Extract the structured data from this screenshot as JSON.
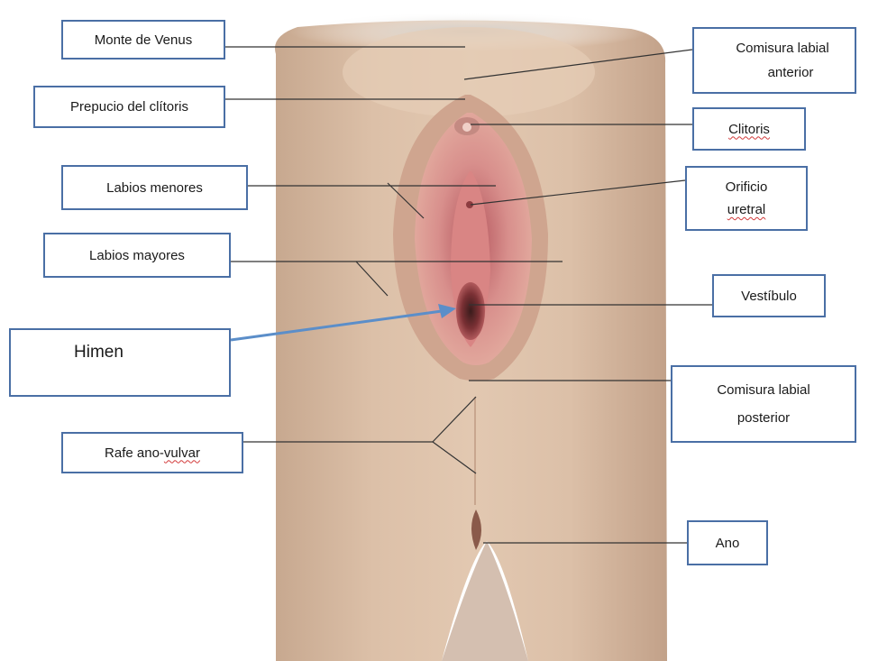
{
  "labels": {
    "monte_venus": "Monte de Venus",
    "prepucio": "Prepucio del clítoris",
    "labios_menores": "Labios menores",
    "labios_mayores": "Labios mayores",
    "himen": "Himen",
    "rafe_prefix": "Rafe ano-",
    "rafe_suffix": "vulvar",
    "comisura_anterior_line1": "Comisura labial",
    "comisura_anterior_line2": "anterior",
    "clitoris": "Clitoris",
    "orificio_line1": "Orificio",
    "orificio_line2": "uretral",
    "vestibulo": "Vestíbulo",
    "comisura_posterior_line1": "Comisura labial",
    "comisura_posterior_line2": "posterior",
    "ano": "Ano"
  },
  "colors": {
    "box_border": "#4a6fa5",
    "leader_line": "#333333",
    "himen_arrow": "#5b8ec9",
    "skin": "#d8b9a0",
    "mucosa": "#c9787a"
  }
}
